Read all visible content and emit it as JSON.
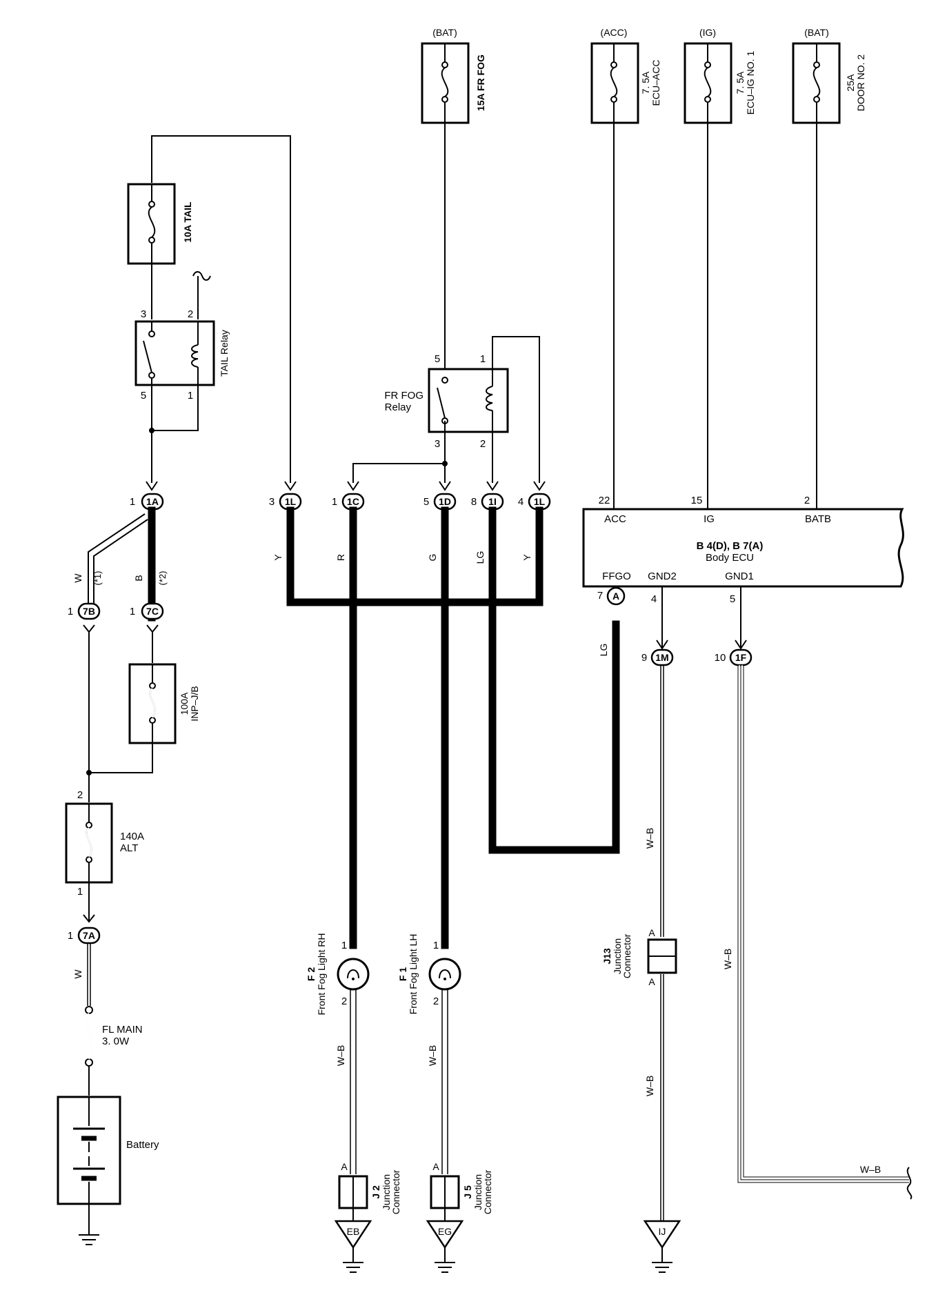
{
  "sources": {
    "bat_fr_fog": "(BAT)",
    "acc": "(ACC)",
    "ig": "(IG)",
    "bat_door": "(BAT)"
  },
  "fuses": {
    "fr_fog": "15A FR FOG",
    "ecu_acc_amp": "7. 5A",
    "ecu_acc_name": "ECU–ACC",
    "ecu_ig_amp": "7. 5A",
    "ecu_ig_name": "ECU–IG NO. 1",
    "door_amp": "25A",
    "door_name": "DOOR NO. 2",
    "tail": "10A TAIL",
    "inp_jb_amp": "100A",
    "inp_jb_name": "INP–J/B",
    "alt_amp": "140A",
    "alt_name": "ALT",
    "fl_main_name": "FL MAIN",
    "fl_main_size": "3. 0W"
  },
  "relays": {
    "tail": "TAIL Relay",
    "fr_fog_line1": "FR FOG",
    "fr_fog_line2": "Relay",
    "tail_pins": [
      "3",
      "2",
      "5",
      "1"
    ],
    "fog_pins": [
      "5",
      "1",
      "3",
      "2"
    ]
  },
  "connectors": [
    {
      "pin": "1",
      "id": "1A"
    },
    {
      "pin": "3",
      "id": "1L"
    },
    {
      "pin": "1",
      "id": "1C"
    },
    {
      "pin": "5",
      "id": "1D"
    },
    {
      "pin": "8",
      "id": "1I"
    },
    {
      "pin": "4",
      "id": "1L"
    },
    {
      "pin": "1",
      "id": "7B"
    },
    {
      "pin": "1",
      "id": "7C"
    },
    {
      "pin": "7",
      "id": "A"
    },
    {
      "pin": "9",
      "id": "1M"
    },
    {
      "pin": "10",
      "id": "1F"
    },
    {
      "pin": "1",
      "id": "7A"
    }
  ],
  "pins": {
    "alt_top": "2",
    "alt_bottom": "1",
    "f2_top": "1",
    "f2_bottom": "2",
    "f1_top": "1",
    "f1_bottom": "2",
    "acc_pin": "22",
    "ig_pin": "15",
    "batb_pin": "2",
    "gnd2_pin": "4",
    "gnd1_pin": "5"
  },
  "wires": {
    "w": "W",
    "w_alt": "W",
    "b": "B",
    "star1": "(*1)",
    "star2": "(*2)",
    "y1": "Y",
    "r": "R",
    "g": "G",
    "lg1": "LG",
    "y2": "Y",
    "lg2": "LG",
    "wb_f2": "W–B",
    "wb_f1": "W–B",
    "wb_gnd2_upper": "W–B",
    "wb_gnd2_lower": "W–B",
    "wb_gnd1": "W–B",
    "wb_right": "W–B"
  },
  "ecu": {
    "acc": "ACC",
    "ig": "IG",
    "batb": "BATB",
    "code": "B 4(D), B 7(A)",
    "name": "Body ECU",
    "ffgo": "FFGO",
    "gnd2": "GND2",
    "gnd1": "GND1"
  },
  "components": {
    "f2_code": "F 2",
    "f2_name": "Front Fog Light RH",
    "f1_code": "F 1",
    "f1_name": "Front Fog Light LH",
    "j2_code": "J 2",
    "j5_code": "J 5",
    "j13_code": "J13",
    "junction_line1": "Junction",
    "junction_line2": "Connector",
    "jc_a_j2": "A",
    "jc_a_j5": "A",
    "jc_a_j13_top": "A",
    "jc_a_j13_bottom": "A",
    "battery": "Battery"
  },
  "grounds": {
    "eb": "EB",
    "eg": "EG",
    "ij": "IJ"
  }
}
